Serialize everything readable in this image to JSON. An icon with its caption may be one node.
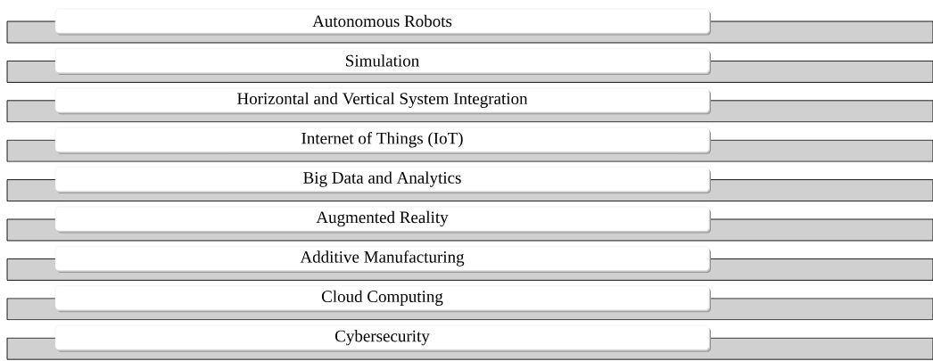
{
  "diagram": {
    "nodes": [
      {
        "text": [
          "Autonomous Robots"
        ]
      },
      {
        "text": [
          "Simulation"
        ]
      },
      {
        "text": [
          "Horizontal and Vertical System Integration"
        ]
      },
      {
        "text": [
          "Internet of Things (IoT)"
        ]
      },
      {
        "text": [
          "Big Data and Analytics"
        ]
      },
      {
        "text": [
          "Augmented Reality"
        ]
      },
      {
        "text": [
          "Additive Manufacturing"
        ]
      },
      {
        "text": [
          "Cloud Computing"
        ]
      },
      {
        "text": [
          "Cybersecurity"
        ]
      },
      {
        "text": [],
        "shape": "bar"
      },
      {
        "text": [],
        "shape": "bar"
      },
      {
        "text": [],
        "shape": "bar"
      },
      {
        "text": [],
        "shape": "bar"
      },
      {
        "text": [],
        "shape": "bar"
      },
      {
        "text": [],
        "shape": "bar"
      },
      {
        "text": [],
        "shape": "bar"
      },
      {
        "text": [],
        "shape": "bar"
      },
      {
        "text": [],
        "shape": "bar"
      }
    ]
  }
}
